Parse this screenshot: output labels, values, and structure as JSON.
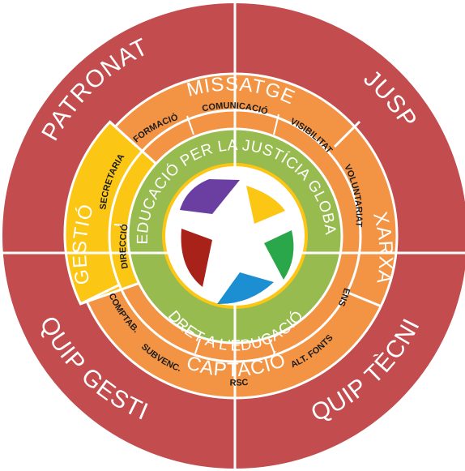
{
  "colors": {
    "outer": "#c24c4e",
    "orange": "#f39445",
    "green": "#98bb4f",
    "yellow": "#fcc614",
    "center": "#ffffff",
    "lines": "#ffffff",
    "star_purple": "#6b3ea2",
    "star_yellow": "#fcc614",
    "star_green": "#2aa74a",
    "star_blue": "#1c8fd3",
    "star_red": "#a8221a"
  },
  "outer_ring": {
    "patronat": "PATRONAT",
    "jusp": "JUSP",
    "equip_gestio": "EQUIP GESTIÓ",
    "equip_tecnic": "EQUIP TÈCNIC"
  },
  "orange_ring": {
    "missatge": "MISSATGE",
    "xarxa": "XARXA",
    "captacio": "CAPTACIÓ",
    "gestio": "GESTIÓ"
  },
  "small_ring": {
    "formacio": "FORMACIÓ",
    "comunicacio": "COMUNICACIÓ",
    "visibilitat": "VISIBILITAT",
    "voluntariat": "VOLUNTARIAT",
    "ens": "ENS",
    "subvenc": "SUBVENC.",
    "rsc": "RSC",
    "alt_fonts": "ALT. FONTS",
    "secretaria": "SECRETARIA",
    "direccio": "DIRECCIÓ",
    "comptab": "COMPTAB."
  },
  "green_ring": {
    "top": "EDUCACIÓ PER LA JUSTÍCIA GLOBAL",
    "bottom": "DRET A L'EDUCACIÓ"
  }
}
